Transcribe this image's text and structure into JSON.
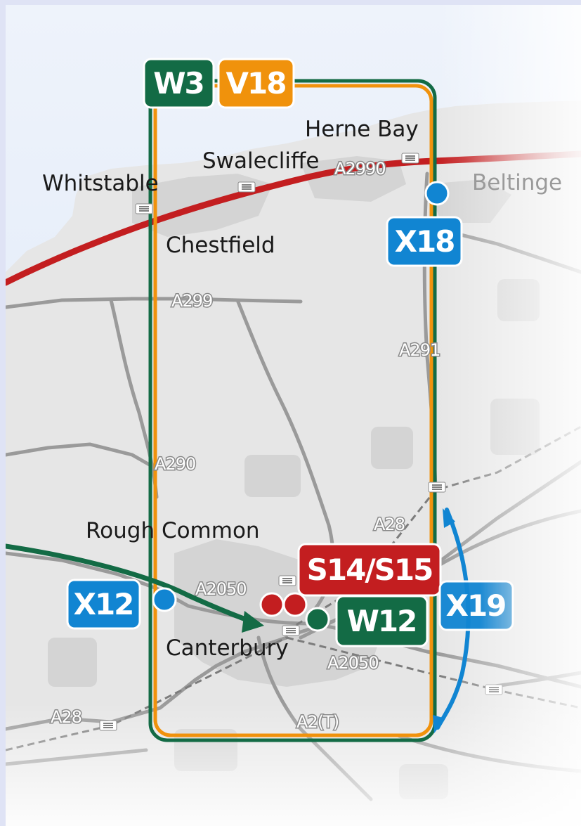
{
  "colors": {
    "green": "#136b45",
    "orange": "#f0920c",
    "red": "#c31e20",
    "blue": "#1185d2",
    "sea": "#e8eefa",
    "land": "#e6e6e6",
    "road": "#9a9a9a"
  },
  "places": {
    "whitstable": "Whitstable",
    "swalecliffe": "Swalecliffe",
    "herne_bay": "Herne Bay",
    "beltinge": "Beltinge",
    "chestfield": "Chestfield",
    "rough_common": "Rough Common",
    "canterbury": "Canterbury"
  },
  "roads": {
    "a2990": "A2990",
    "a299": "A299",
    "a291": "A291",
    "a290": "A290",
    "a28_east": "A28",
    "a2050_west": "A2050",
    "a2050_south": "A2050",
    "a28_west": "A28",
    "a2t": "A2(T)"
  },
  "routes": {
    "w3": "W3",
    "v18": "V18",
    "x18": "X18",
    "x12": "X12",
    "s14_s15": "S14/S15",
    "w12": "W12",
    "x19": "X19"
  },
  "icons": {
    "rail_station": "rail-station-icon",
    "bus_stop": "bus-stop-icon",
    "arrow": "route-arrow-icon"
  }
}
